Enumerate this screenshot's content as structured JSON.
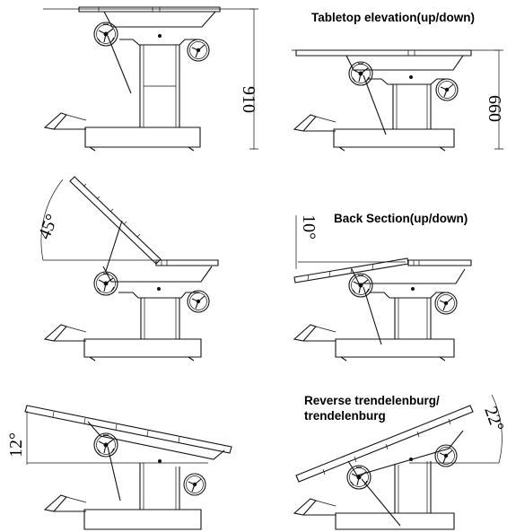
{
  "captions": {
    "elevation": "Tabletop elevation(up/down)",
    "back": "Back Section(up/down)",
    "trend_line1": "Reverse trendelenburg/",
    "trend_line2": "trendelenburg"
  },
  "dimensions": {
    "max_height": "910",
    "min_height": "660",
    "back_up_angle": "45°",
    "back_down_angle": "10°",
    "trend_angle": "12°",
    "reverse_trend_angle": "22°"
  },
  "colors": {
    "line": "#111111",
    "background": "#ffffff"
  }
}
